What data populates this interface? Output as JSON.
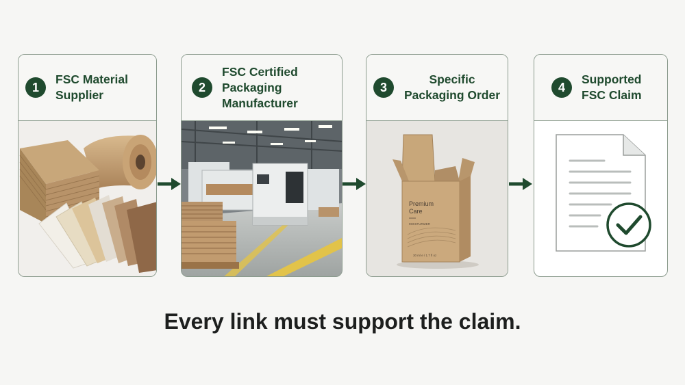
{
  "steps": [
    {
      "number": "1",
      "title": "FSC Material Supplier"
    },
    {
      "number": "2",
      "title": "FSC Certified Packaging Manufacturer"
    },
    {
      "number": "3",
      "title": "Specific Packaging Order"
    },
    {
      "number": "4",
      "title": "Supported FSC Claim"
    }
  ],
  "box_product": {
    "line1": "Premium",
    "line2": "Care",
    "line3": "MOISTURIZER",
    "volume": "30 ml e / 1.7 fl oz"
  },
  "caption": "Every link must support the claim.",
  "colors": {
    "accent": "#1f4a2e",
    "border": "#8a9a8c",
    "kraft": "#c8a77a"
  }
}
